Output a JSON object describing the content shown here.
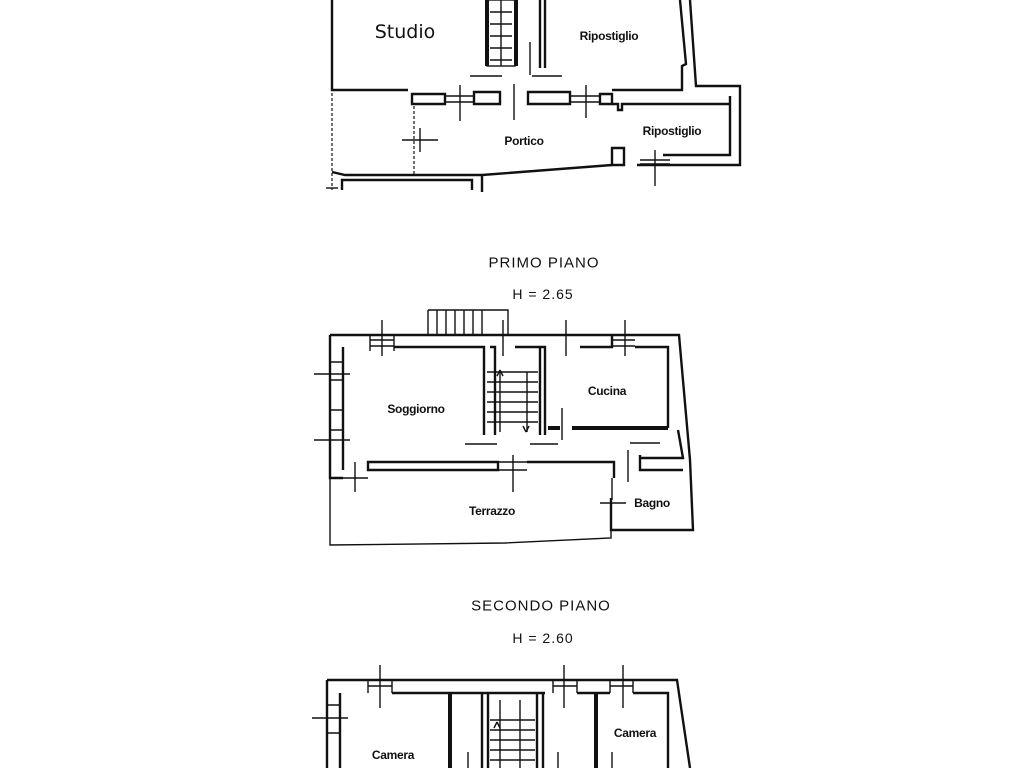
{
  "ground_floor": {
    "rooms": {
      "studio": "Studio",
      "ripostiglio_upper": "Ripostiglio",
      "portico": "Portico",
      "ripostiglio_lower": "Ripostiglio"
    }
  },
  "first_floor": {
    "title": "PRIMO PIANO",
    "height": "H = 2.65",
    "rooms": {
      "soggiorno": "Soggiorno",
      "cucina": "Cucina",
      "terrazzo": "Terrazzo",
      "bagno": "Bagno"
    }
  },
  "second_floor": {
    "title": "SECONDO PIANO",
    "height": "H = 2.60",
    "rooms": {
      "camera_left": "Camera",
      "camera_right": "Camera"
    }
  },
  "colors": {
    "background": "#ffffff",
    "ink": "#111111"
  }
}
